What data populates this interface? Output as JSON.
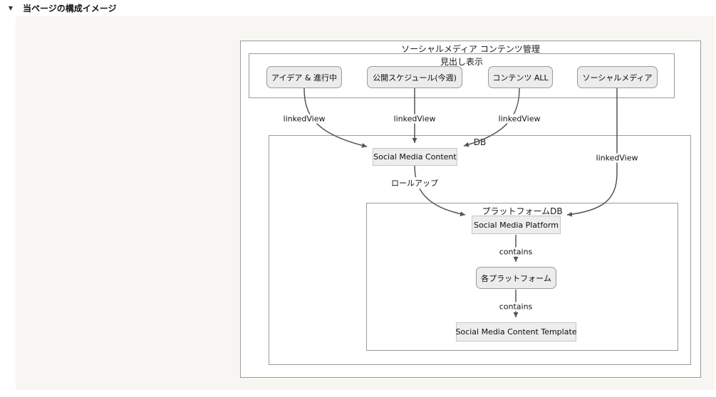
{
  "header": {
    "collapse_icon": "▼",
    "title": "当ページの構成イメージ"
  },
  "diagram": {
    "type": "flowchart",
    "outer_title": "ソーシャルメディア コンテンツ管理",
    "subgraphs": {
      "headings_title": "見出し表示",
      "db_title": "DB",
      "platform_db_title": "プラットフォームDB"
    },
    "nodes": {
      "idea": "アイデア & 進行中",
      "schedule": "公開スケジュール(今週)",
      "contents_all": "コンテンツ ALL",
      "social_media": "ソーシャルメディア",
      "sm_content": "Social Media Content",
      "sm_platform": "Social Media Platform",
      "each_platform": "各プラットフォーム",
      "sm_template": "Social Media Content Template"
    },
    "edges": [
      {
        "from": "アイデア & 進行中",
        "to": "Social Media Content",
        "label": "linkedView"
      },
      {
        "from": "公開スケジュール(今週)",
        "to": "Social Media Content",
        "label": "linkedView"
      },
      {
        "from": "コンテンツ ALL",
        "to": "Social Media Content",
        "label": "linkedView"
      },
      {
        "from": "ソーシャルメディア",
        "to": "Social Media Platform",
        "label": "linkedView"
      },
      {
        "from": "Social Media Content",
        "to": "Social Media Platform",
        "label": "ロールアップ"
      },
      {
        "from": "Social Media Platform",
        "to": "各プラットフォーム",
        "label": "contains"
      },
      {
        "from": "各プラットフォーム",
        "to": "Social Media Content Template",
        "label": "contains"
      }
    ],
    "colors": {
      "panel_bg": "#f7f6f3",
      "node_fill": "#ececec",
      "node_border": "#9a9a9a",
      "rect_fill": "#ededed",
      "rect_border": "#c6c6c6",
      "subgraph_border": "#9a9a9a",
      "edge": "#555555"
    }
  }
}
